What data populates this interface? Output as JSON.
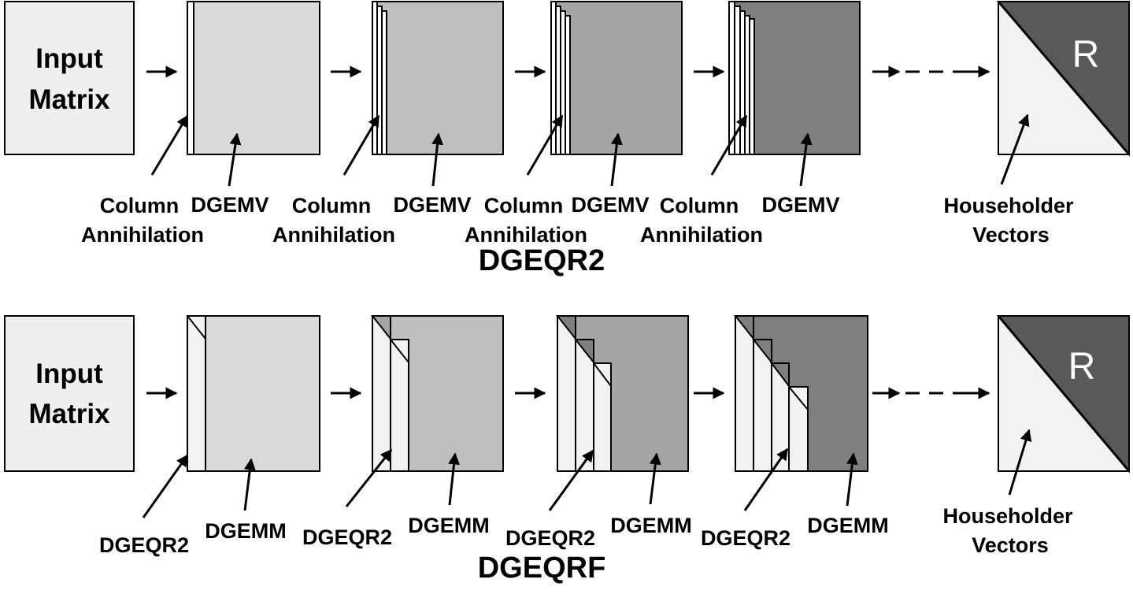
{
  "colors": {
    "input_fill": "#efefef",
    "stage1_fill": "#d9d9d9",
    "stage2_fill": "#bfbfbf",
    "stage3_fill": "#a5a5a5",
    "stage4_fill": "#7f7f7f",
    "panel_fill": "#f2f2f2",
    "r_fill": "#595959",
    "stroke": "#000000"
  },
  "top": {
    "title": "DGEQR2",
    "input_label": [
      "Input",
      "Matrix"
    ],
    "stage_labels": [
      {
        "panel": [
          "Column",
          "Annihilation"
        ],
        "update": "DGEMV"
      },
      {
        "panel": [
          "Column",
          "Annihilation"
        ],
        "update": "DGEMV"
      },
      {
        "panel": [
          "Column",
          "Annihilation"
        ],
        "update": "DGEMV"
      },
      {
        "panel": [
          "Column",
          "Annihilation"
        ],
        "update": "DGEMV"
      }
    ],
    "result": {
      "r_label": "R",
      "vector_label": [
        "Householder",
        "Vectors"
      ]
    }
  },
  "bottom": {
    "title": "DGEQRF",
    "input_label": [
      "Input",
      "Matrix"
    ],
    "stage_labels": [
      {
        "panel": "DGEQR2",
        "update": "DGEMM"
      },
      {
        "panel": "DGEQR2",
        "update": "DGEMM"
      },
      {
        "panel": "DGEQR2",
        "update": "DGEMM"
      },
      {
        "panel": "DGEQR2",
        "update": "DGEMM"
      }
    ],
    "result": {
      "r_label": "R",
      "vector_label": [
        "Householder",
        "Vectors"
      ]
    }
  }
}
